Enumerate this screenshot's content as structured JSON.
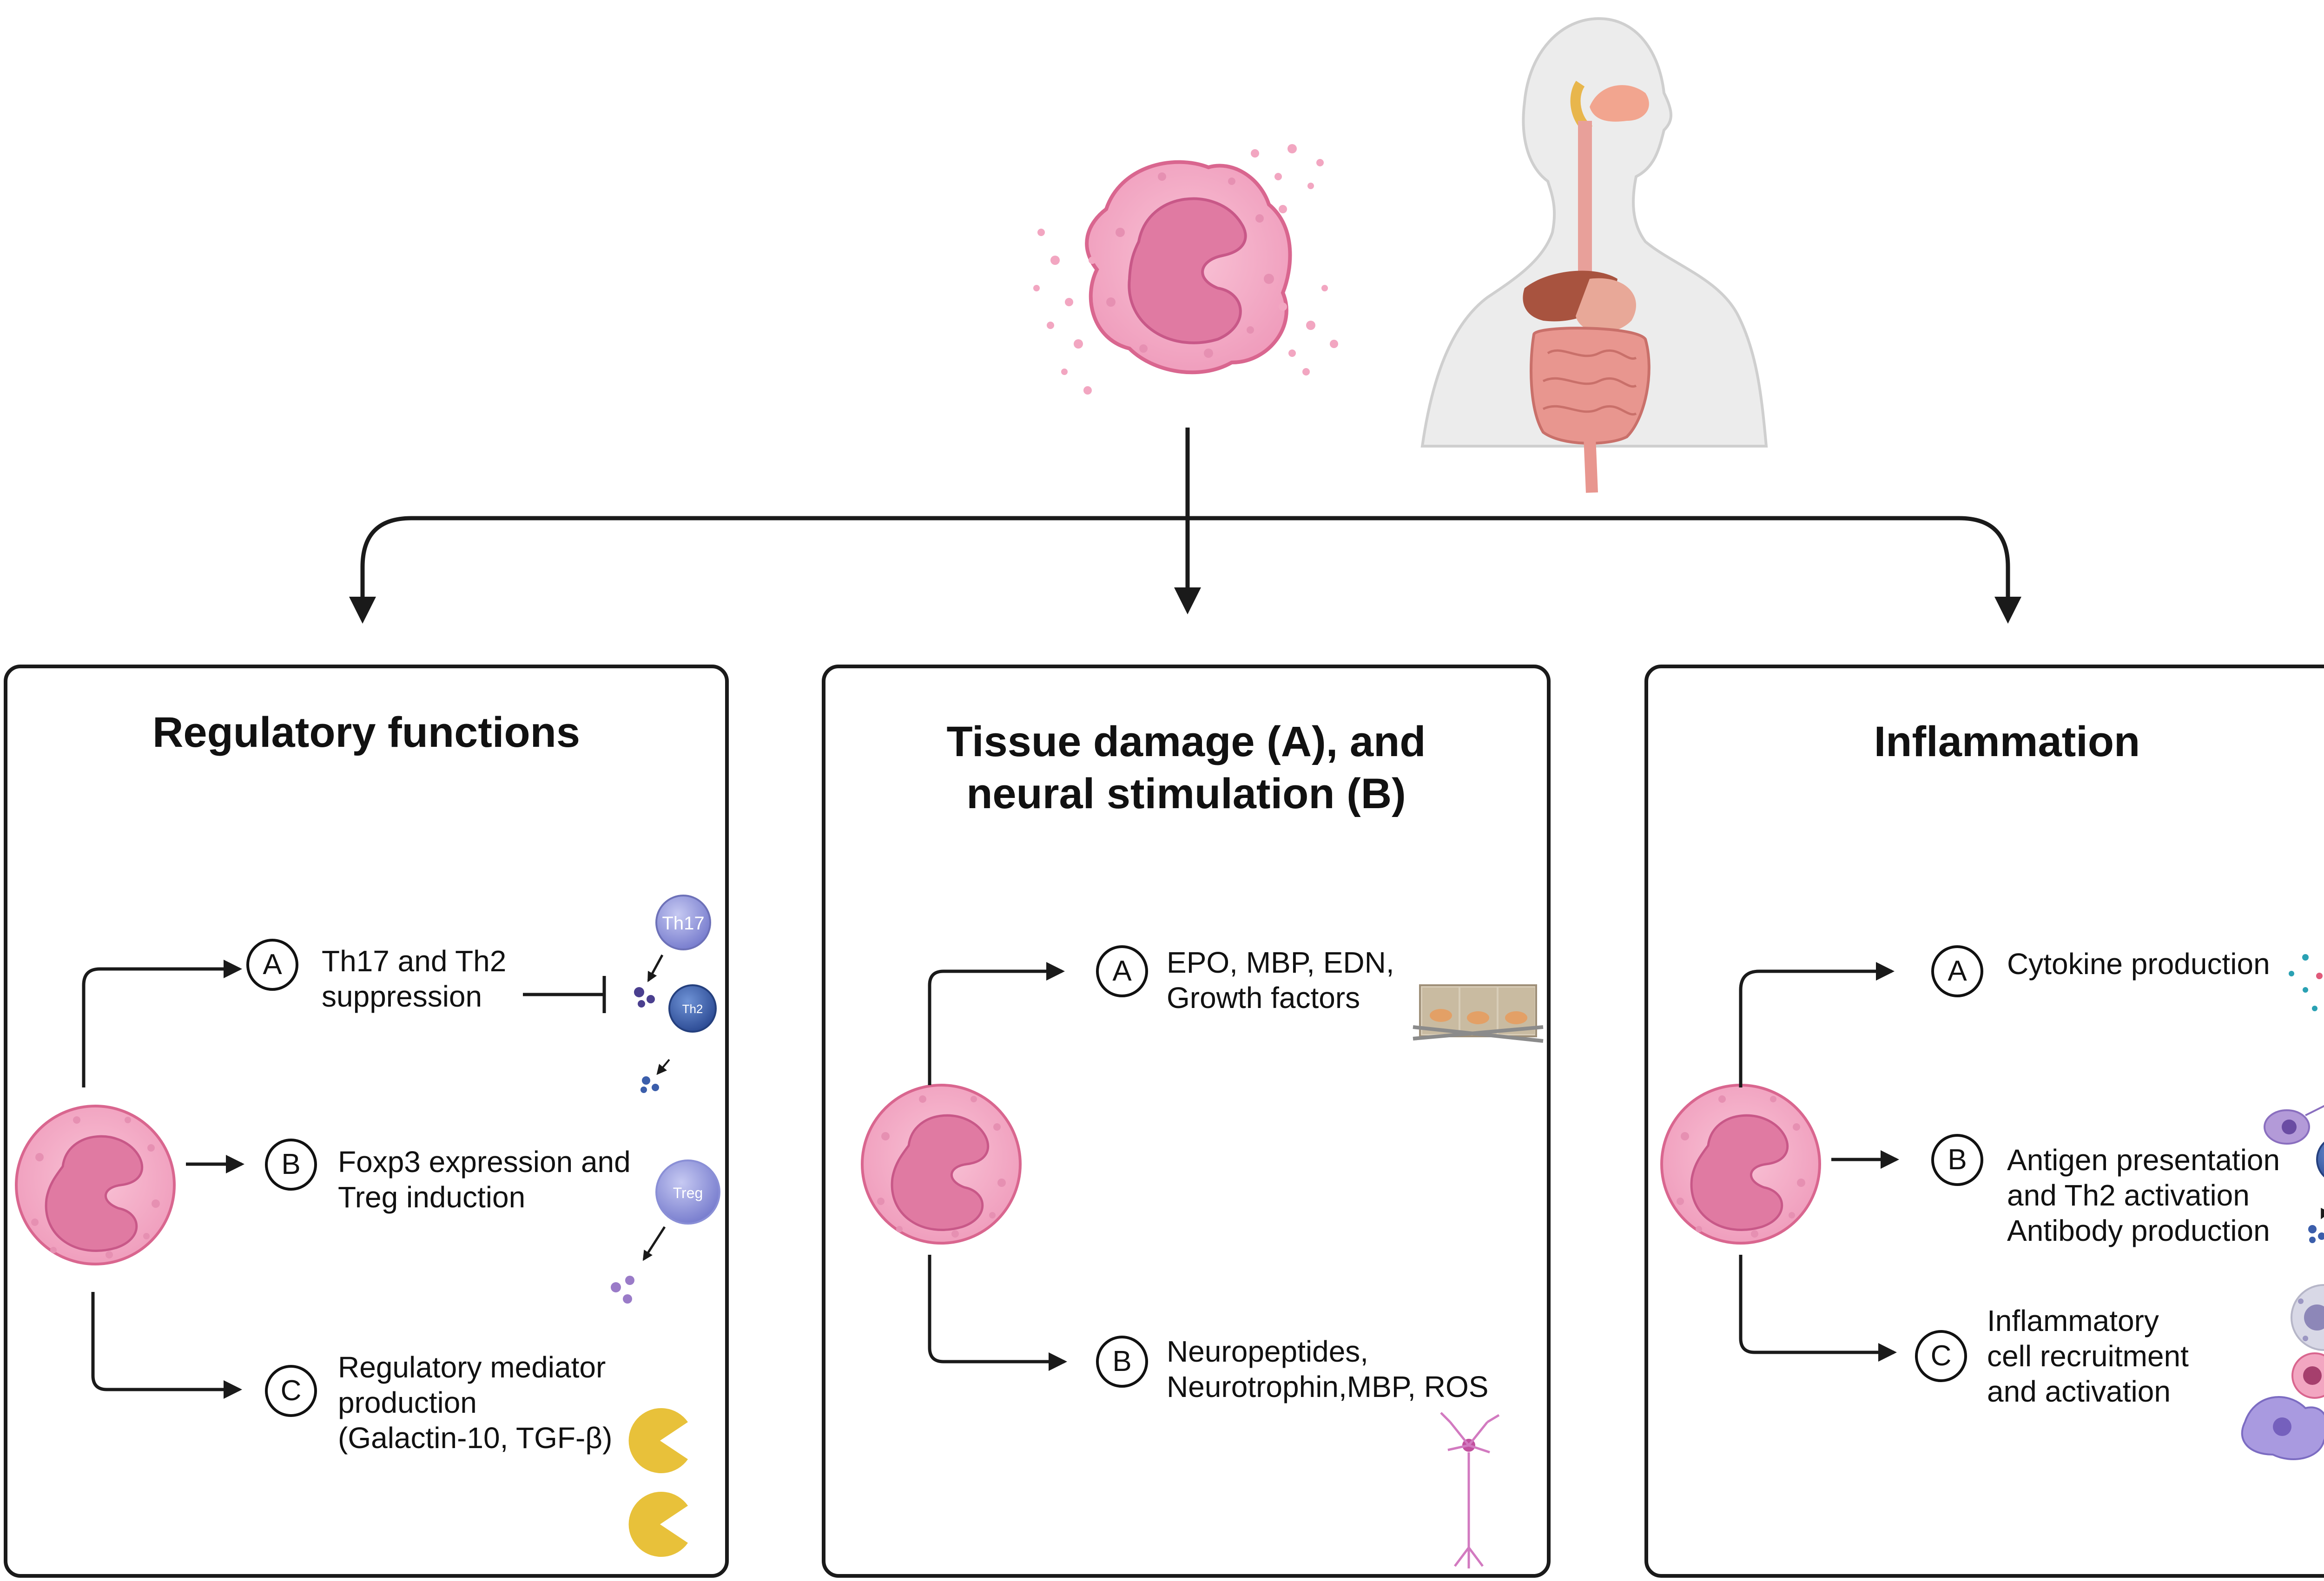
{
  "panels": [
    {
      "title": "Regulatory functions",
      "items": [
        {
          "letter": "A",
          "text": "Th17 and Th2\nsuppression"
        },
        {
          "letter": "B",
          "text": "Foxp3 expression and\nTreg induction"
        },
        {
          "letter": "C",
          "text": "Regulatory mediator\nproduction\n(Galactin-10, TGF-β)"
        }
      ]
    },
    {
      "title": "Tissue damage (A),  and\nneural stimulation (B)",
      "items": [
        {
          "letter": "A",
          "text": "EPO, MBP, EDN,\nGrowth factors"
        },
        {
          "letter": "B",
          "text": "Neuropeptides,\nNeurotrophin,MBP, ROS"
        }
      ]
    },
    {
      "title": "Inflammation",
      "items": [
        {
          "letter": "A",
          "text": "Cytokine production"
        },
        {
          "letter": "B",
          "text": "Antigen presentation\nand Th2 activation\nAntibody production"
        },
        {
          "letter": "C",
          "text": "Inflammatory\ncell  recruitment\nand activation"
        }
      ]
    }
  ],
  "cell_labels": {
    "th17": "Th17",
    "th2": "Th2",
    "treg": "Treg"
  },
  "colors": {
    "eosinophil": "#f4a9c6",
    "nucleus": "#e07aa2",
    "border": "#1a1a1a",
    "galectin": "#e8c13a",
    "tcell": "#8a8fd6",
    "th2": "#3b5eab"
  },
  "icons": [
    "eosinophil-icon",
    "human-digestive-system-icon",
    "t-cell-icon",
    "epithelium-icon",
    "neuron-icon",
    "cytokine-dots-icon",
    "dendritic-cell-icon",
    "mast-cell-icon",
    "pacman-galectin-icon"
  ]
}
